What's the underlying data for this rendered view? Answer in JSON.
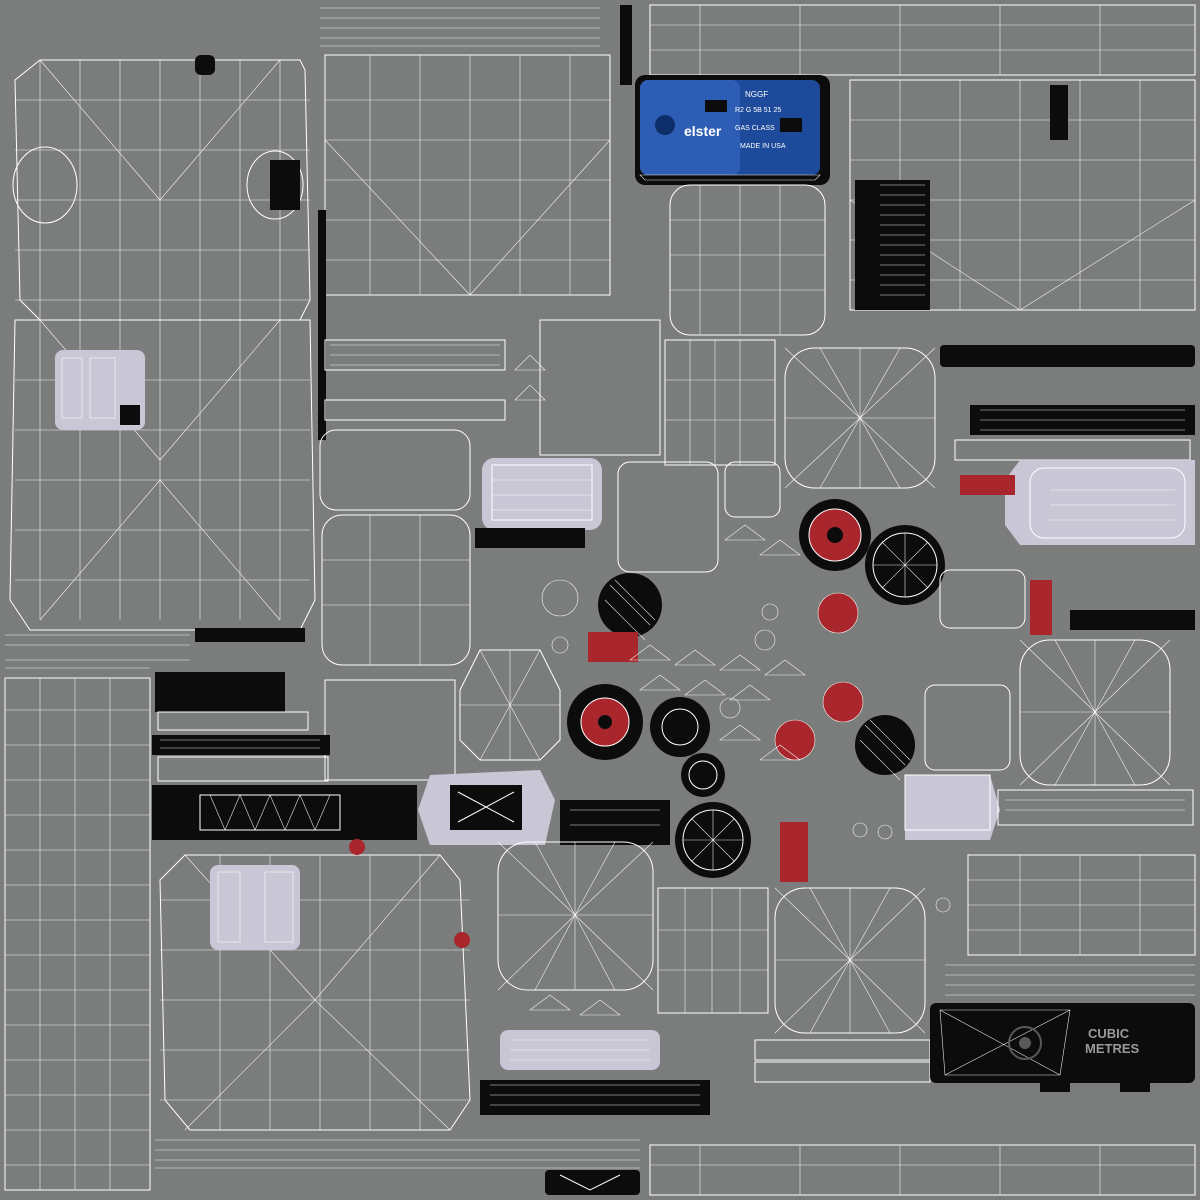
{
  "texture": {
    "background_color": "#7a7d7c",
    "wire_color": "#ffffff",
    "accent_black": "#0c0c0c",
    "accent_lavender": "#c9c6d6",
    "accent_red": "#a9262c",
    "accent_blue": "#1d4a9a"
  },
  "nameplate": {
    "brand": "elster",
    "line_top": "NGGF",
    "line_2": "R2 G 5B 51 25",
    "line_3": "GAS CLASS",
    "line_4": "MADE IN USA"
  },
  "display_panel": {
    "line_1": "CUBIC",
    "line_2": "METRES"
  }
}
